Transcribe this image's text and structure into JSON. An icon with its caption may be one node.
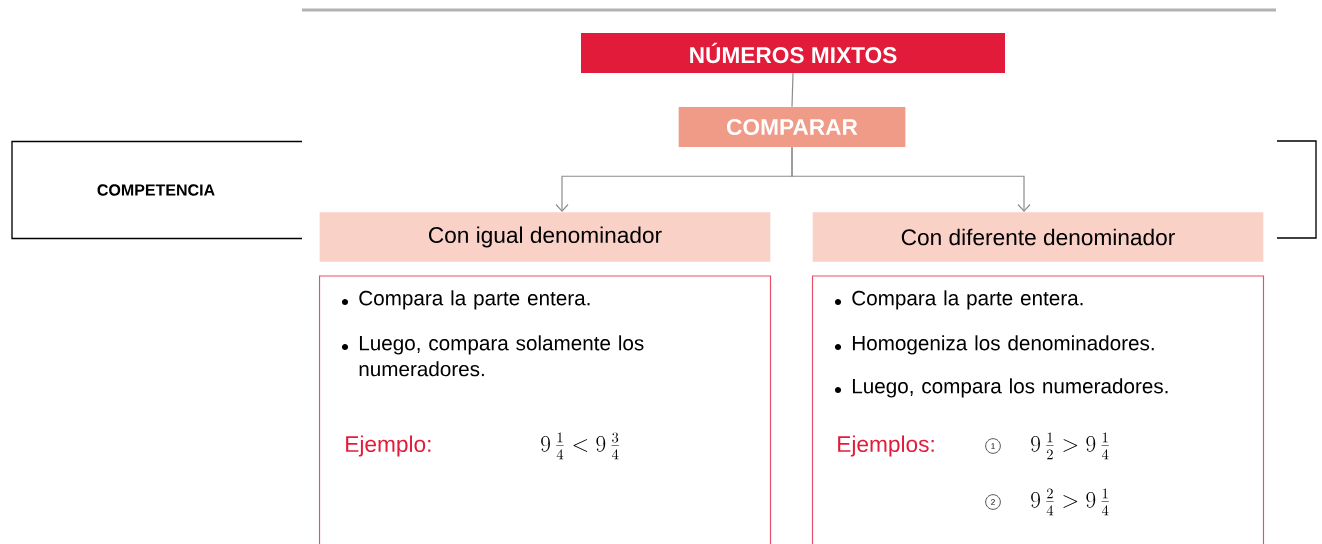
{
  "diagram": {
    "nodes": [
      {
        "text": [
          "NÚMEROS MIXTOS"
        ]
      },
      {
        "text": [
          "COMPARAR"
        ]
      },
      {
        "text": [
          "Con igual denominador"
        ]
      },
      {
        "text": [
          "Con diferente denominador"
        ]
      },
      {
        "text": [
          "COMPETENCIA"
        ]
      },
      {
        "text": [
          "Compara la parte entera.",
          "Luego, compara solamente los numeradores.",
          "Ejemplo:",
          "9\\,\\frac{1}{4} < 9\\,\\frac{3}{4}"
        ]
      },
      {
        "text": [
          "Compara la parte entera.",
          "Homogeniza los denominadores.",
          "Luego, compara los numeradores.",
          "Ejemplos:",
          "1",
          "9\\,\\frac{1}{2} > 9\\,\\frac{1}{4}",
          "2",
          "9\\,\\frac{2}{4} > 9\\,\\frac{1}{4}"
        ]
      }
    ],
    "edges": [
      {
        "from": 0,
        "to": 1,
        "arrow": "none"
      },
      {
        "from": 1,
        "to": 2,
        "arrow": "to"
      },
      {
        "from": 1,
        "to": 3,
        "arrow": "to"
      }
    ]
  }
}
